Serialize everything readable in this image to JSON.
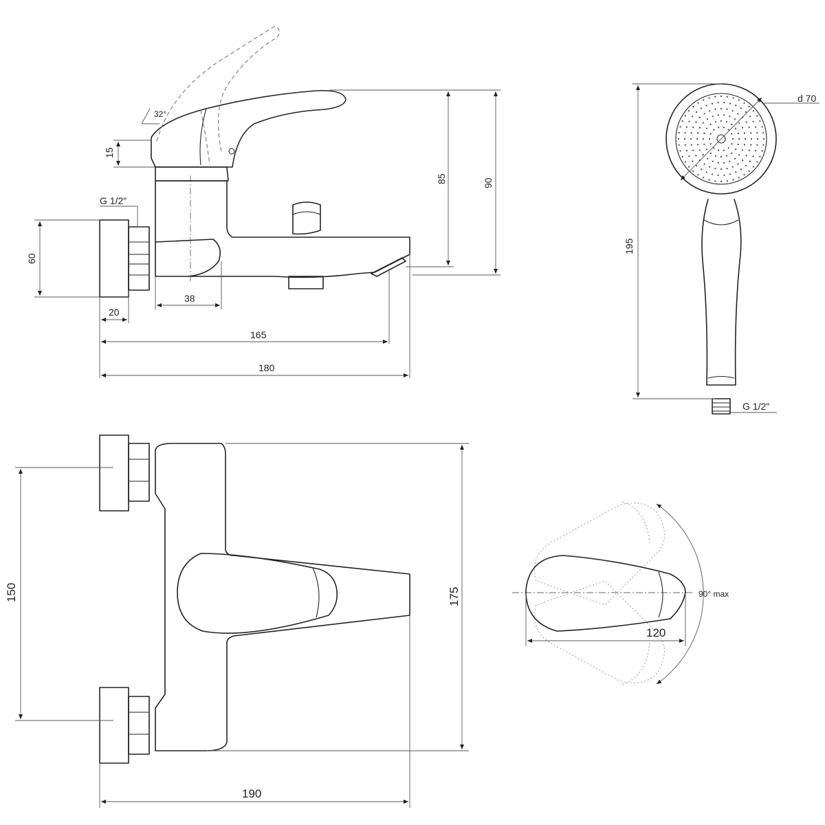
{
  "side_view": {
    "dim_32": "32°",
    "dim_15": "15",
    "dim_85": "85",
    "dim_90": "90",
    "dim_thread": "G 1/2\"",
    "dim_60": "60",
    "dim_38": "38",
    "dim_20": "20",
    "dim_165": "165",
    "dim_180": "180"
  },
  "hand_shower": {
    "dim_d70": "d 70",
    "dim_195": "195",
    "dim_thread": "G 1/2\""
  },
  "top_view": {
    "dim_150": "150",
    "dim_175": "175",
    "dim_190": "190"
  },
  "handle_rotation": {
    "dim_120": "120",
    "dim_angle": "90° max"
  }
}
